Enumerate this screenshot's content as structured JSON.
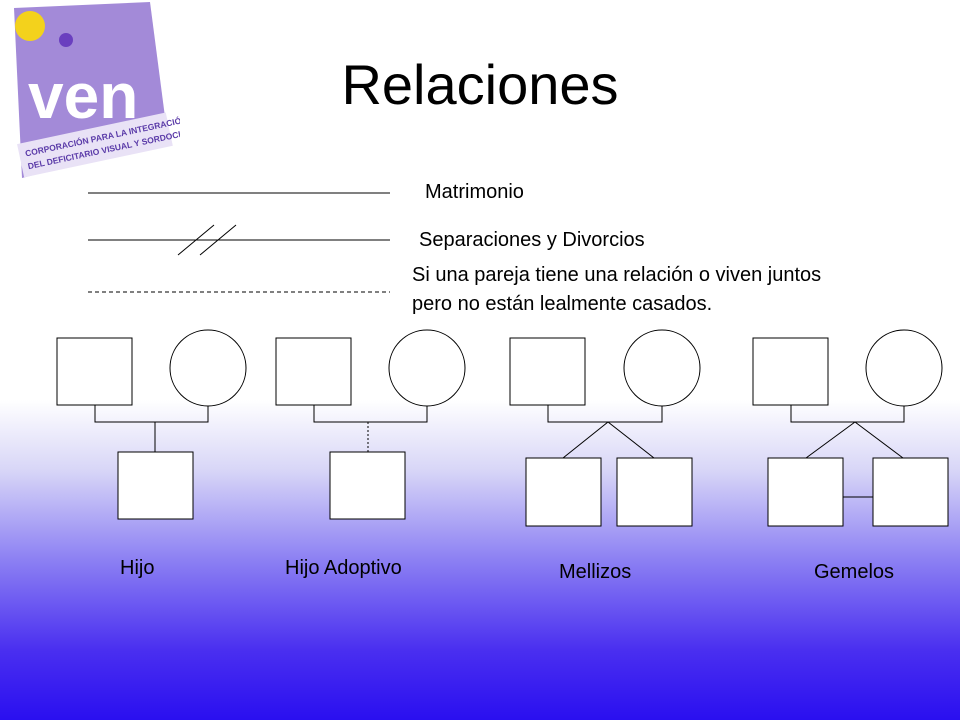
{
  "title": "Relaciones",
  "logo": {
    "text": "ven",
    "subtitle_line1": "CORPORACIÓN PARA LA INTEGRACIÓN",
    "subtitle_line2": "DEL DEFICITARIO VISUAL Y SORDOCIEGO",
    "colors": {
      "background": "#a38ad8",
      "yellow": "#f3d21c",
      "purple_dot": "#6a3fbf",
      "text": "#ffffff",
      "band": "#e9e2f6"
    }
  },
  "legend": {
    "matrimonio": "Matrimonio",
    "separaciones": "Separaciones y Divorcios",
    "union_line1": "Si una pareja tiene una relación o viven juntos",
    "union_line2": "pero no están lealmente casados."
  },
  "captions": {
    "hijo": "Hijo",
    "hijo_adoptivo": "Hijo Adoptivo",
    "mellizos": "Mellizos",
    "gemelos": "Gemelos"
  }
}
